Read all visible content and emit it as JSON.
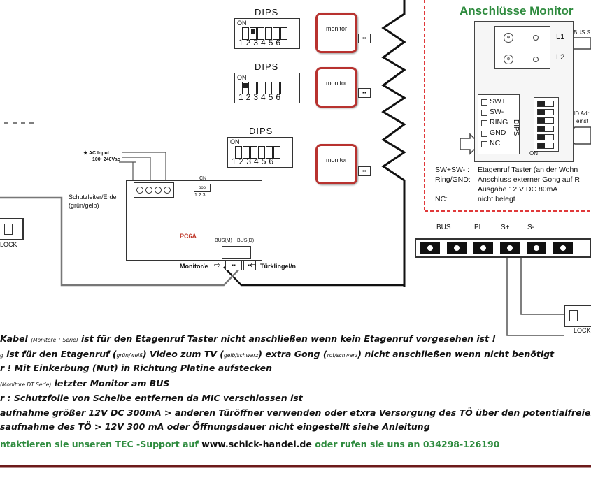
{
  "monitor_group": {
    "dips_label": "DIPS",
    "dip_on": "ON",
    "dip_numbers": "123456",
    "monitor_label": "monitor"
  },
  "connections_panel": {
    "title": "Anschlüsse Monitor",
    "title_color": "#2e8b3e",
    "terminals": [
      "SW+",
      "SW-",
      "RING",
      "GND",
      "NC"
    ],
    "dips_vertical": "DIPS",
    "dips_on": "ON",
    "l1": "L1",
    "l2": "L2",
    "bus_side": "BUS S",
    "id_adr": "ID Adr",
    "id_adr2": "einst",
    "legend": [
      {
        "key": "SW+SW- :",
        "value": "Etagenruf Taster (an der Wohn"
      },
      {
        "key": "Ring/GND:",
        "value": "Anschluss externer Gong auf R"
      },
      {
        "key": "",
        "value": "Ausgabe 12 V DC     80mA"
      },
      {
        "key": "NC:",
        "value": "nicht belegt"
      }
    ],
    "divider_color": "#e0393a"
  },
  "bus_bar": {
    "labels": [
      "BUS",
      "PL",
      "S+",
      "S-"
    ],
    "lock": "LOCK"
  },
  "pc6a": {
    "ac_input": "AC Input",
    "ac_range": "100~240Vac",
    "protective": "Schutzleiter/Erde",
    "protective_2": "(grün/gelb)",
    "cn": "CN",
    "cn_pins": "1 2 3",
    "name": "PC6A",
    "bus_m": "BUS(M)",
    "bus_d": "BUS(D)",
    "monitor_label": "Monitor/e",
    "door_label": "Türklingel/n",
    "lock_left": "LOCK",
    "name_color": "#c0392b"
  },
  "notes": [
    {
      "a": "Kabel ",
      "s1": "(Monitore T Serie)",
      "b": " ist für den Etagenruf Taster nicht anschließen wenn kein Etagenruf vorgesehen ist !"
    },
    {
      "a": "",
      "s1": "g",
      "b": " ist für den Etagenruf (",
      "s2": "grün/weiß",
      "c": ") Video zum TV (",
      "s3": "gelb/schwarz",
      "d": ") extra Gong (",
      "s4": "rot/schwarz",
      "e": ") nicht anschließen wenn nicht benötigt"
    },
    {
      "a": "r ! Mit ",
      "u": "Einkerbung",
      "b": " (Nut) in Richtung Platine aufstecken"
    },
    {
      "a": " ",
      "s1": "(Monitore DT Serie)",
      "b": " letzter Monitor am BUS"
    },
    {
      "a": "r : Schutzfolie von Scheibe entfernen da MIC verschlossen ist"
    },
    {
      "a": "aufnahme größer 12V DC 300mA > anderen Türöffner verwenden oder etxra Versorgung des TÖ über den potentialfreien"
    },
    {
      "a": "saufnahme des TÖ > 12V 300 mA oder Öffnungsdauer nicht eingestellt siehe Anleitung"
    }
  ],
  "support": {
    "a": "ntaktieren sie unseren TEC -Support auf ",
    "url": "www.schick-handel.de",
    "b": " oder rufen sie uns an ",
    "phone": "034298-126190",
    "color": "#2e8b3e"
  }
}
